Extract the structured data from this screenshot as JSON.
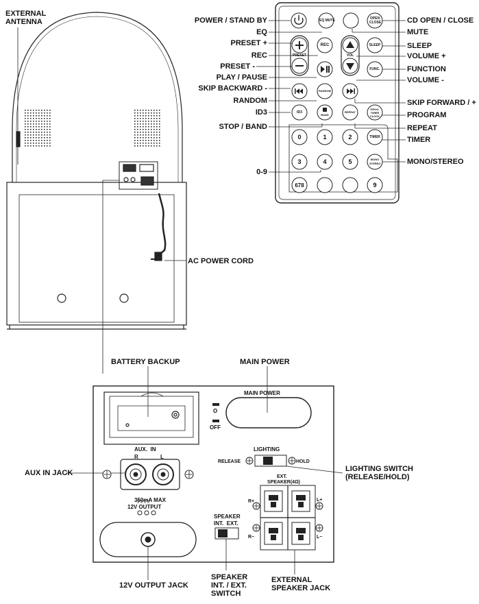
{
  "unit": {
    "external_antenna": [
      "EXTERNAL",
      "ANTENNA"
    ],
    "ac_power_cord": "AC POWER CORD"
  },
  "remote": {
    "labels": {
      "power": "POWER / STAND BY",
      "eq": "EQ",
      "preset_plus": "PRESET +",
      "rec": "REC",
      "preset_minus": "PRESET -",
      "play_pause": "PLAY / PAUSE",
      "skip_back": "SKIP BACKWARD -",
      "random": "RANDOM",
      "id3": "ID3",
      "stop_band": "STOP / BAND",
      "digits": "0-9",
      "cd_open": "CD OPEN / CLOSE",
      "mute": "MUTE",
      "sleep": "SLEEP",
      "volume_plus": "VOLUME +",
      "function": "FUNCTION",
      "volume_minus": "VOLUME -",
      "skip_forward": "SKIP FORWARD / +",
      "program": "PROGRAM",
      "repeat": "REPEAT",
      "timer": "TIMER",
      "mono_stereo": "MONO/STEREO"
    },
    "button_text": {
      "eq_mute": "EQ MUTE",
      "cd": "OPEN CLOSE",
      "rec": "REC",
      "sleep": "SLEEP",
      "preset": "PRESET",
      "vol": "VOL",
      "func": "FUNC.",
      "random": "RANDOM",
      "id3": "ID3",
      "stop_band": "BAND",
      "repeat": "REPEAT",
      "program": "PROG. TIMER CLOCK",
      "timer": "TIMER",
      "mono": "MONO STEREO",
      "d0": "0",
      "d1": "1",
      "d2": "2",
      "d3": "3",
      "d4": "4",
      "d5": "5",
      "d678": "678",
      "d9": "9"
    }
  },
  "panel": {
    "callouts": {
      "battery_backup": "BATTERY BACKUP",
      "main_power": "MAIN POWER",
      "aux_in_jack": "AUX IN JACK",
      "lighting_switch": [
        "LIGHTING SWITCH",
        "(RELEASE/HOLD)"
      ],
      "output_jack": "12V OUTPUT JACK",
      "speaker_switch": [
        "SPEAKER",
        "INT. / EXT.",
        "SWITCH"
      ],
      "external_speaker_jack": [
        "EXTERNAL",
        "SPEAKER JACK"
      ]
    },
    "printed": {
      "main_power": "MAIN POWER",
      "on_symbol": "O",
      "off": "OFF",
      "aux_in": "AUX.  IN",
      "r": "R",
      "l": "L",
      "output_rating": "350mA MAX",
      "output_label": "12V OUTPUT",
      "lighting": "LIGHTING",
      "release": "RELEASE",
      "hold": "HOLD",
      "speaker": "SPEAKER",
      "int_ext": "INT.  EXT.",
      "ext_speaker": [
        "EXT.",
        "SPEAKER(4Ω)"
      ],
      "r_plus": "R+",
      "l_plus": "L+",
      "r_minus": "R−",
      "l_minus": "L−"
    }
  }
}
